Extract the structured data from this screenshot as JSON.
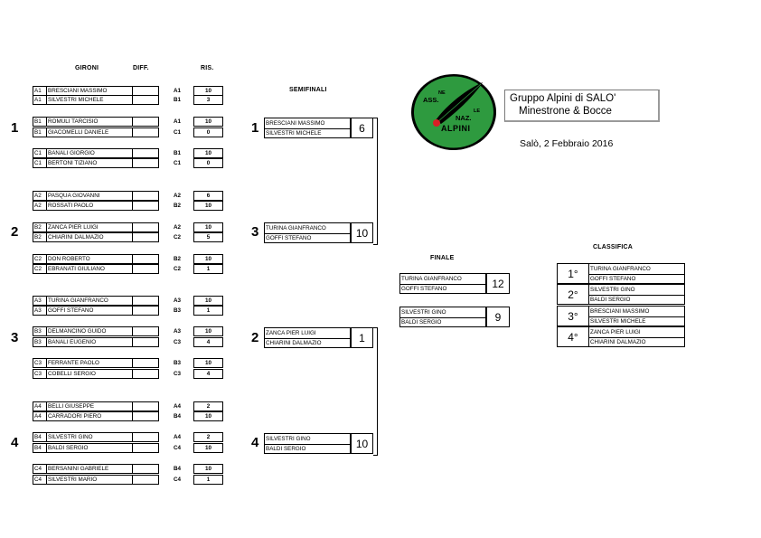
{
  "headers": {
    "gironi": "GIRONI",
    "diff": "DIFF.",
    "ris": "RIS.",
    "semifinali": "SEMIFINALI",
    "finale": "FINALE",
    "classifica": "CLASSIFICA"
  },
  "title": {
    "line1": "Gruppo Alpini di SALO'",
    "line2": "Minestrone & Bocce",
    "date": "Salò, 2 Febbraio 2016"
  },
  "logo": {
    "ass": "ASS.",
    "ne": "NE",
    "naz": "NAZ.",
    "le": "LE",
    "alpini": "ALPINI",
    "colors": {
      "green": "#2e9a3f",
      "red": "#d81f26",
      "black": "#000000"
    }
  },
  "groups": [
    {
      "number": "1",
      "teams": [
        {
          "code": "A1",
          "name": "BRESCIANI MASSIMO"
        },
        {
          "code": "A1",
          "name": "SILVESTRI MICHELE"
        },
        {
          "code": "B1",
          "name": "ROMULI TARCISIO"
        },
        {
          "code": "B1",
          "name": "GIACOMELLI DANIELE"
        },
        {
          "code": "C1",
          "name": "BANALI GIORGIO"
        },
        {
          "code": "C1",
          "name": "BERTONI TIZIANO"
        }
      ],
      "matches": [
        {
          "code1": "A1",
          "score1": "10",
          "code2": "B1",
          "score2": "3"
        },
        {
          "code1": "A1",
          "score1": "10",
          "code2": "C1",
          "score2": "0"
        },
        {
          "code1": "B1",
          "score1": "10",
          "code2": "C1",
          "score2": "0"
        }
      ]
    },
    {
      "number": "2",
      "teams": [
        {
          "code": "A2",
          "name": "PASQUA GIOVANNI"
        },
        {
          "code": "A2",
          "name": "ROSSATI PAOLO"
        },
        {
          "code": "B2",
          "name": "ZANCA PIER LUIGI"
        },
        {
          "code": "B2",
          "name": "CHIARINI DALMAZIO"
        },
        {
          "code": "C2",
          "name": "DON ROBERTO"
        },
        {
          "code": "C2",
          "name": "EBRANATI GIULIANO"
        }
      ],
      "matches": [
        {
          "code1": "A2",
          "score1": "6",
          "code2": "B2",
          "score2": "10"
        },
        {
          "code1": "A2",
          "score1": "10",
          "code2": "C2",
          "score2": "5"
        },
        {
          "code1": "B2",
          "score1": "10",
          "code2": "C2",
          "score2": "1"
        }
      ]
    },
    {
      "number": "3",
      "teams": [
        {
          "code": "A3",
          "name": "TURINA GIANFRANCO"
        },
        {
          "code": "A3",
          "name": "GOFFI STEFANO"
        },
        {
          "code": "B3",
          "name": "DELMANCINO GUIDO"
        },
        {
          "code": "B3",
          "name": "BANALI EUGENIO"
        },
        {
          "code": "C3",
          "name": "FERRANTE PAOLO"
        },
        {
          "code": "C3",
          "name": "COBELLI SERGIO"
        }
      ],
      "matches": [
        {
          "code1": "A3",
          "score1": "10",
          "code2": "B3",
          "score2": "1"
        },
        {
          "code1": "A3",
          "score1": "10",
          "code2": "C3",
          "score2": "4"
        },
        {
          "code1": "B3",
          "score1": "10",
          "code2": "C3",
          "score2": "4"
        }
      ]
    },
    {
      "number": "4",
      "teams": [
        {
          "code": "A4",
          "name": "BELLI GIUSEPPE"
        },
        {
          "code": "A4",
          "name": "CARRADORI PIERO"
        },
        {
          "code": "B4",
          "name": "SILVESTRI GINO"
        },
        {
          "code": "B4",
          "name": "BALDI SERGIO"
        },
        {
          "code": "C4",
          "name": "BERSANINI GABRIELE"
        },
        {
          "code": "C4",
          "name": "SILVESTRI MARIO"
        }
      ],
      "matches": [
        {
          "code1": "A4",
          "score1": "2",
          "code2": "B4",
          "score2": "10"
        },
        {
          "code1": "A4",
          "score1": "2",
          "code2": "C4",
          "score2": "10"
        },
        {
          "code1": "B4",
          "score1": "10",
          "code2": "C4",
          "score2": "1"
        }
      ]
    }
  ],
  "semifinals": [
    {
      "seed": "1",
      "player1": "BRESCIANI MASSIMO",
      "player2": "SILVESTRI MICHELE",
      "score": "6"
    },
    {
      "seed": "3",
      "player1": "TURINA GIANFRANCO",
      "player2": "GOFFI STEFANO",
      "score": "10"
    },
    {
      "seed": "2",
      "player1": "ZANCA PIER LUIGI",
      "player2": "CHIARINI DALMAZIO",
      "score": "1"
    },
    {
      "seed": "4",
      "player1": "SILVESTRI GINO",
      "player2": "BALDI SERGIO",
      "score": "10"
    }
  ],
  "final": [
    {
      "player1": "TURINA GIANFRANCO",
      "player2": "GOFFI STEFANO",
      "score": "12"
    },
    {
      "player1": "SILVESTRI GINO",
      "player2": "BALDI SERGIO",
      "score": "9"
    }
  ],
  "classifica": [
    {
      "pos": "1°",
      "player1": "TURINA GIANFRANCO",
      "player2": "GOFFI STEFANO"
    },
    {
      "pos": "2°",
      "player1": "SILVESTRI GINO",
      "player2": "BALDI SERGIO"
    },
    {
      "pos": "3°",
      "player1": "BRESCIANI MASSIMO",
      "player2": "SILVESTRI MICHELE"
    },
    {
      "pos": "4°",
      "player1": "ZANCA PIER LUIGI",
      "player2": "CHIARINI DALMAZIO"
    }
  ]
}
